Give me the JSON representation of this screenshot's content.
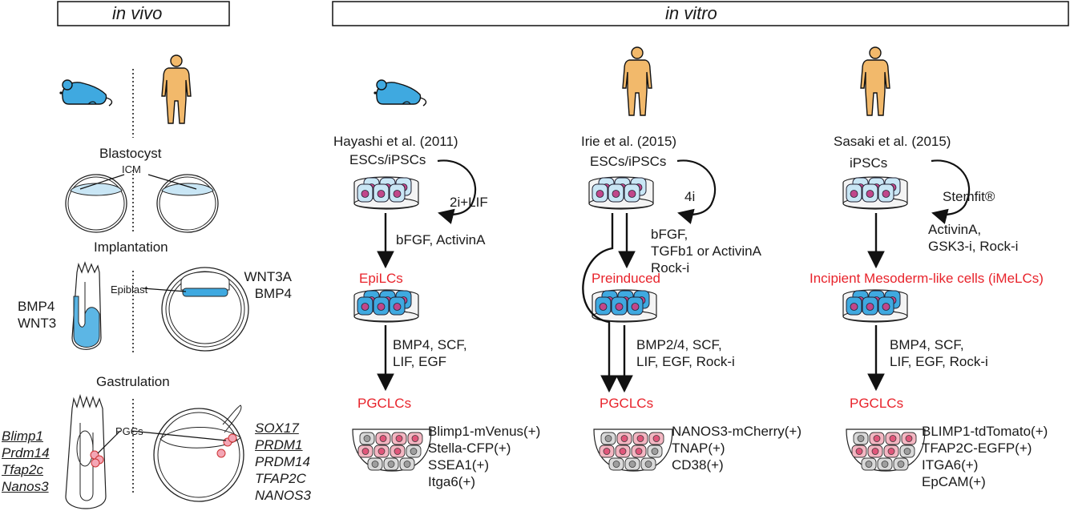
{
  "headers": {
    "in_vivo": "in vivo",
    "in_vitro": "in vitro"
  },
  "in_vivo": {
    "blastocyst": "Blastocyst",
    "icm": "ICM",
    "implantation": "Implantation",
    "epiblast": "Epiblast",
    "mouse_implant_factors": [
      "BMP4",
      "WNT3"
    ],
    "human_implant_factors": [
      "WNT3A",
      "BMP4"
    ],
    "gastrulation": "Gastrulation",
    "pgcs": "PGCs",
    "mouse_genes": [
      "Blimp1",
      "Prdm14",
      "Tfap2c",
      "Nanos3"
    ],
    "human_genes_underlined": [
      "SOX17",
      "PRDM1"
    ],
    "human_genes": [
      "PRDM14",
      "TFAP2C",
      "NANOS3"
    ]
  },
  "columns": [
    {
      "study": "Hayashi et al. (2011)",
      "source_cells": "ESCs/iPSCs",
      "maintenance": "2i+LIF",
      "induction_factors": [
        "bFGF, ActivinA"
      ],
      "intermediate": "EpiLCs",
      "pgc_factors": [
        "BMP4, SCF,",
        "LIF, EGF"
      ],
      "result": "PGCLCs",
      "markers": [
        "Blimp1-mVenus(+)",
        "Stella-CFP(+)",
        "SSEA1(+)",
        "Itga6(+)"
      ]
    },
    {
      "study": "Irie et al. (2015)",
      "source_cells": "ESCs/iPSCs",
      "maintenance": "4i",
      "induction_factors": [
        "bFGF,",
        "TGFb1 or ActivinA",
        "Rock-i"
      ],
      "intermediate": "Preinduced",
      "pgc_factors": [
        "BMP2/4, SCF,",
        "LIF, EGF, Rock-i"
      ],
      "result": "PGCLCs",
      "markers": [
        "NANOS3-mCherry(+)",
        "TNAP(+)",
        "CD38(+)"
      ]
    },
    {
      "study": "Sasaki et al. (2015)",
      "source_cells": "iPSCs",
      "maintenance": "Stemfit®",
      "induction_factors": [
        "ActivinA,",
        "GSK3-i, Rock-i"
      ],
      "intermediate": "Incipient Mesoderm-like cells (iMeLCs)",
      "pgc_factors": [
        "BMP4, SCF,",
        "LIF, EGF, Rock-i"
      ],
      "result": "PGCLCs",
      "markers": [
        "BLIMP1-tdTomato(+)",
        "TFAP2C-EGFP(+)",
        "ITGA6(+)",
        "EpCAM(+)"
      ]
    }
  ],
  "colors": {
    "mouse": "#3fa9e0",
    "human_skin": "#f2b96b",
    "highlight_red": "#e8232b",
    "cell_blue": "#3fa9e0",
    "cell_light": "#c9e6f5",
    "cell_pink": "#e0567a",
    "cell_grey": "#bdbdbd"
  }
}
